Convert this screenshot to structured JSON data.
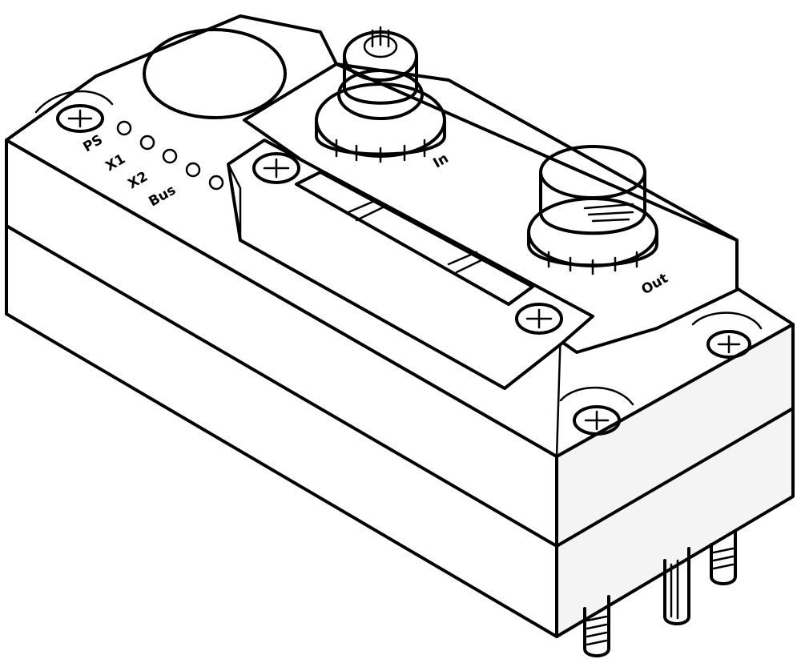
{
  "labels": {
    "led_ps": "PS",
    "led_x1": "X1",
    "led_x2": "X2",
    "led_bus": "Bus",
    "port_in": "In",
    "port_out": "Out"
  },
  "colors": {
    "line": "#000000",
    "body": "#ffffff",
    "side_shade": "#f2f2f2",
    "top_shade": "#ffffff"
  }
}
